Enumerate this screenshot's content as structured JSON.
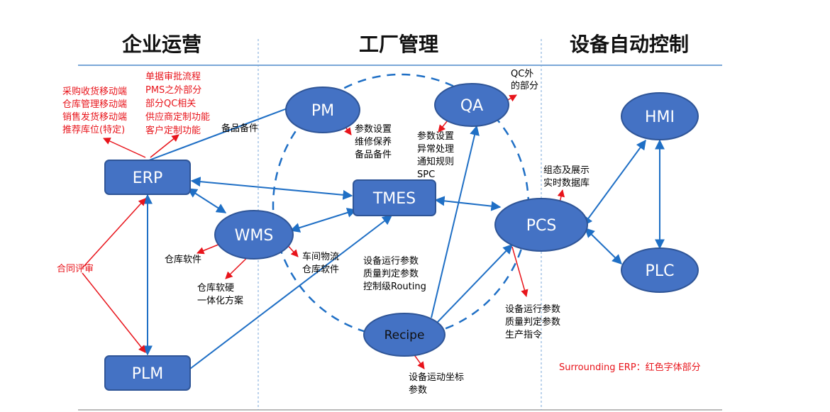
{
  "sections": {
    "enterprise": "企业运营",
    "factory": "工厂管理",
    "equipment": "设备自动控制"
  },
  "nodes": {
    "erp": "ERP",
    "plm": "PLM",
    "wms": "WMS",
    "pm": "PM",
    "qa": "QA",
    "tmes": "TMES",
    "recipe": "Recipe",
    "pcs": "PCS",
    "hmi": "HMI",
    "plc": "PLC"
  },
  "red_notes": {
    "mobile": [
      "采购收货移动端",
      "仓库管理移动端",
      "销售发货移动端",
      "推荐库位(特定)"
    ],
    "approval": [
      "单据审批流程",
      "PMS之外部分",
      "部分QC相关",
      "供应商定制功能",
      "客户定制功能"
    ],
    "contract": "合同评审",
    "surrounding": "Surrounding ERP：红色字体部分"
  },
  "black_notes": {
    "spare_parts": "备品备件",
    "pm_functions": [
      "参数设置",
      "维修保养",
      "备品备件"
    ],
    "qa_outside": [
      "QC外",
      "的部分"
    ],
    "qa_functions": [
      "参数设置",
      "异常处理",
      "通知规则",
      "SPC"
    ],
    "pcs_display": [
      "组态及展示",
      "实时数据库"
    ],
    "wms_software": "仓库软件",
    "wms_hardware": [
      "仓库软硬",
      "一体化方案"
    ],
    "workshop": [
      "车间物流",
      "仓库软件"
    ],
    "recipe_params": [
      "设备运行参数",
      "质量判定参数",
      "控制级Routing"
    ],
    "pcs_params": [
      "设备运行参数",
      "质量判定参数",
      "生产指令"
    ],
    "motion": [
      "设备运动坐标",
      "参数"
    ]
  },
  "colors": {
    "node_fill": "#4472c4",
    "line_blue": "#1f6fc5",
    "text_red": "#e8141b"
  }
}
